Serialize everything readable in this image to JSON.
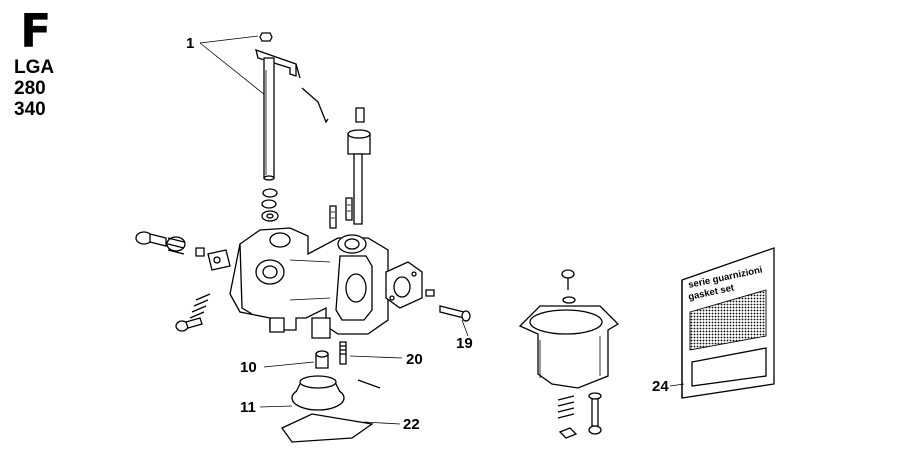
{
  "header": {
    "section_letter": "F",
    "model": "LGA",
    "variant_1": "280",
    "variant_2": "340"
  },
  "callouts": {
    "c1": "1",
    "c10": "10",
    "c11": "11",
    "c19": "19",
    "c20": "20",
    "c22": "22",
    "c24": "24"
  },
  "gasket_kit": {
    "line1": "serie guarnizioni",
    "line2": "gasket set"
  }
}
